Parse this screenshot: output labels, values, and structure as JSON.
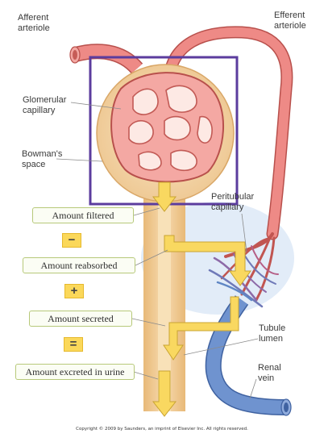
{
  "labels": {
    "afferent": [
      "Afferent",
      "arteriole"
    ],
    "efferent": [
      "Efferent",
      "arteriole"
    ],
    "glomerular": [
      "Glomerular",
      "capillary"
    ],
    "bowmans": [
      "Bowman's",
      "space"
    ],
    "peritubular": [
      "Peritubular",
      "capillary"
    ],
    "tubule": [
      "Tubule",
      "lumen"
    ],
    "renal": [
      "Renal",
      "vein"
    ]
  },
  "boxes": {
    "filtered": "Amount filtered",
    "reabsorbed": "Amount reabsorbed",
    "secreted": "Amount secreted",
    "excreted": "Amount excreted in urine"
  },
  "operators": {
    "minus": "−",
    "plus": "+",
    "equals": "="
  },
  "copyright": "Copyright © 2009 by Saunders, an imprint of Elsevier Inc. All rights reserved.",
  "colors": {
    "vessel_red": "#ee8a86",
    "vessel_outline": "#b8504c",
    "capsule": "#f6d6a8",
    "tubule": "#f2cd95",
    "vein_blue": "#5f86c4",
    "flow_arrow": "#f9d860",
    "highlight_box": "#5b3c9e",
    "label_box_border": "#b7c97a"
  }
}
